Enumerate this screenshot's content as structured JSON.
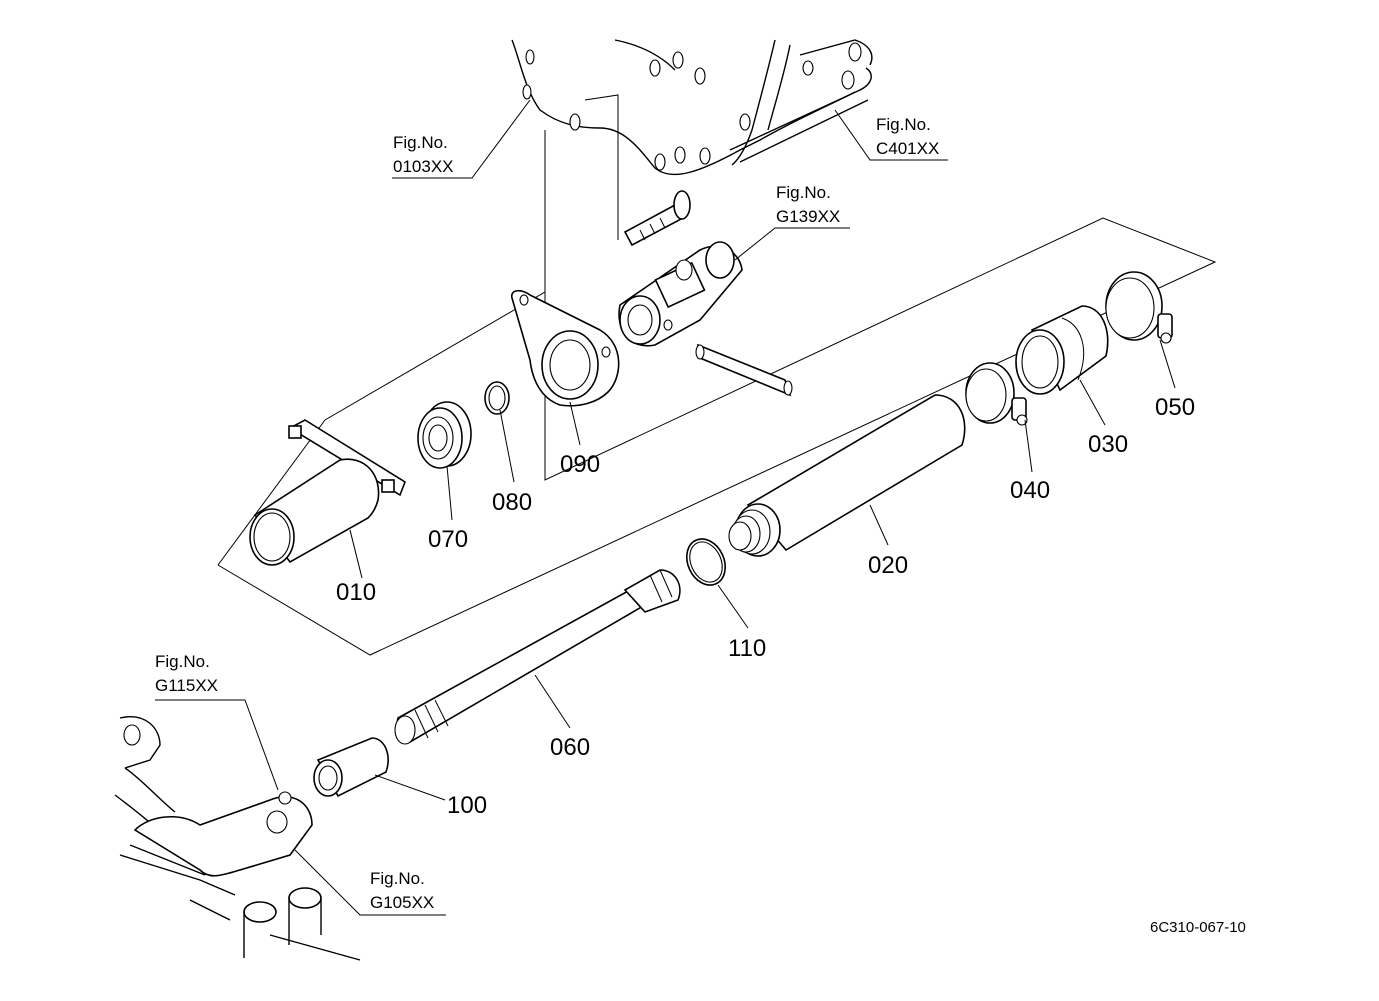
{
  "diagram": {
    "parts": [
      {
        "id": "010",
        "label": "010"
      },
      {
        "id": "020",
        "label": "020"
      },
      {
        "id": "030",
        "label": "030"
      },
      {
        "id": "040",
        "label": "040"
      },
      {
        "id": "050",
        "label": "050"
      },
      {
        "id": "060",
        "label": "060"
      },
      {
        "id": "070",
        "label": "070"
      },
      {
        "id": "080",
        "label": "080"
      },
      {
        "id": "090",
        "label": "090"
      },
      {
        "id": "100",
        "label": "100"
      },
      {
        "id": "110",
        "label": "110"
      }
    ],
    "refs": [
      {
        "id": "0103",
        "line1": "Fig.No.",
        "line2": "0103XX"
      },
      {
        "id": "c401",
        "line1": "Fig.No.",
        "line2": "C401XX"
      },
      {
        "id": "g139",
        "line1": "Fig.No.",
        "line2": "G139XX"
      },
      {
        "id": "g115",
        "line1": "Fig.No.",
        "line2": "G115XX"
      },
      {
        "id": "g105",
        "line1": "Fig.No.",
        "line2": "G105XX"
      }
    ],
    "drawing_code": "6C310-067-10"
  }
}
